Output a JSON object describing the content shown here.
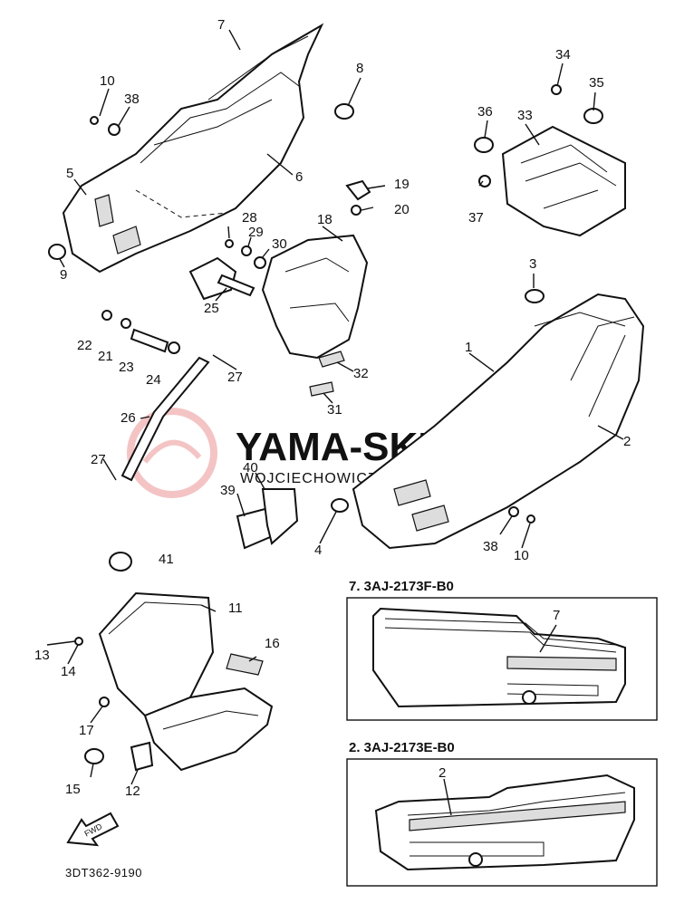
{
  "watermark": {
    "title": "YAMA-SKLEP.PL",
    "subtitle": "WOJCIECHOWICZ DEALER YAMAHA"
  },
  "callouts": [
    {
      "id": "7"
    },
    {
      "id": "8"
    },
    {
      "id": "10"
    },
    {
      "id": "38"
    },
    {
      "id": "5"
    },
    {
      "id": "6"
    },
    {
      "id": "9"
    },
    {
      "id": "34"
    },
    {
      "id": "35"
    },
    {
      "id": "36"
    },
    {
      "id": "33"
    },
    {
      "id": "37"
    },
    {
      "id": "19"
    },
    {
      "id": "20"
    },
    {
      "id": "18"
    },
    {
      "id": "28"
    },
    {
      "id": "29"
    },
    {
      "id": "30"
    },
    {
      "id": "25"
    },
    {
      "id": "3"
    },
    {
      "id": "1"
    },
    {
      "id": "22"
    },
    {
      "id": "21"
    },
    {
      "id": "23"
    },
    {
      "id": "24"
    },
    {
      "id": "27"
    },
    {
      "id": "32"
    },
    {
      "id": "31"
    },
    {
      "id": "26"
    },
    {
      "id": "2"
    },
    {
      "id": "27"
    },
    {
      "id": "40"
    },
    {
      "id": "39"
    },
    {
      "id": "4"
    },
    {
      "id": "38"
    },
    {
      "id": "10"
    },
    {
      "id": "41"
    },
    {
      "id": "11"
    },
    {
      "id": "13"
    },
    {
      "id": "14"
    },
    {
      "id": "16"
    },
    {
      "id": "17"
    },
    {
      "id": "15"
    },
    {
      "id": "12"
    },
    {
      "id": "7"
    },
    {
      "id": "2"
    }
  ],
  "insets": [
    {
      "title": "7. 3AJ-2173F-B0"
    },
    {
      "title": "2. 3AJ-2173E-B0"
    }
  ],
  "fwd_label": "FWD",
  "drawing_code": "3DT362-9190"
}
